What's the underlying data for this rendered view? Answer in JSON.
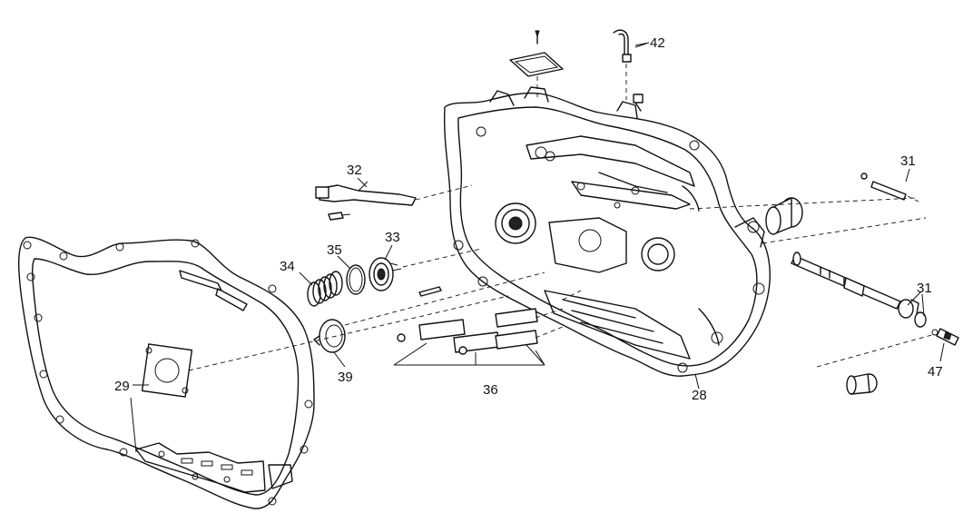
{
  "diagram": {
    "callouts": {
      "c28": "28",
      "c29": "29",
      "c31a": "31",
      "c31b": "31",
      "c32": "32",
      "c33": "33",
      "c34": "34",
      "c35": "35",
      "c36": "36",
      "c39": "39",
      "c42": "42",
      "c47": "47"
    }
  }
}
